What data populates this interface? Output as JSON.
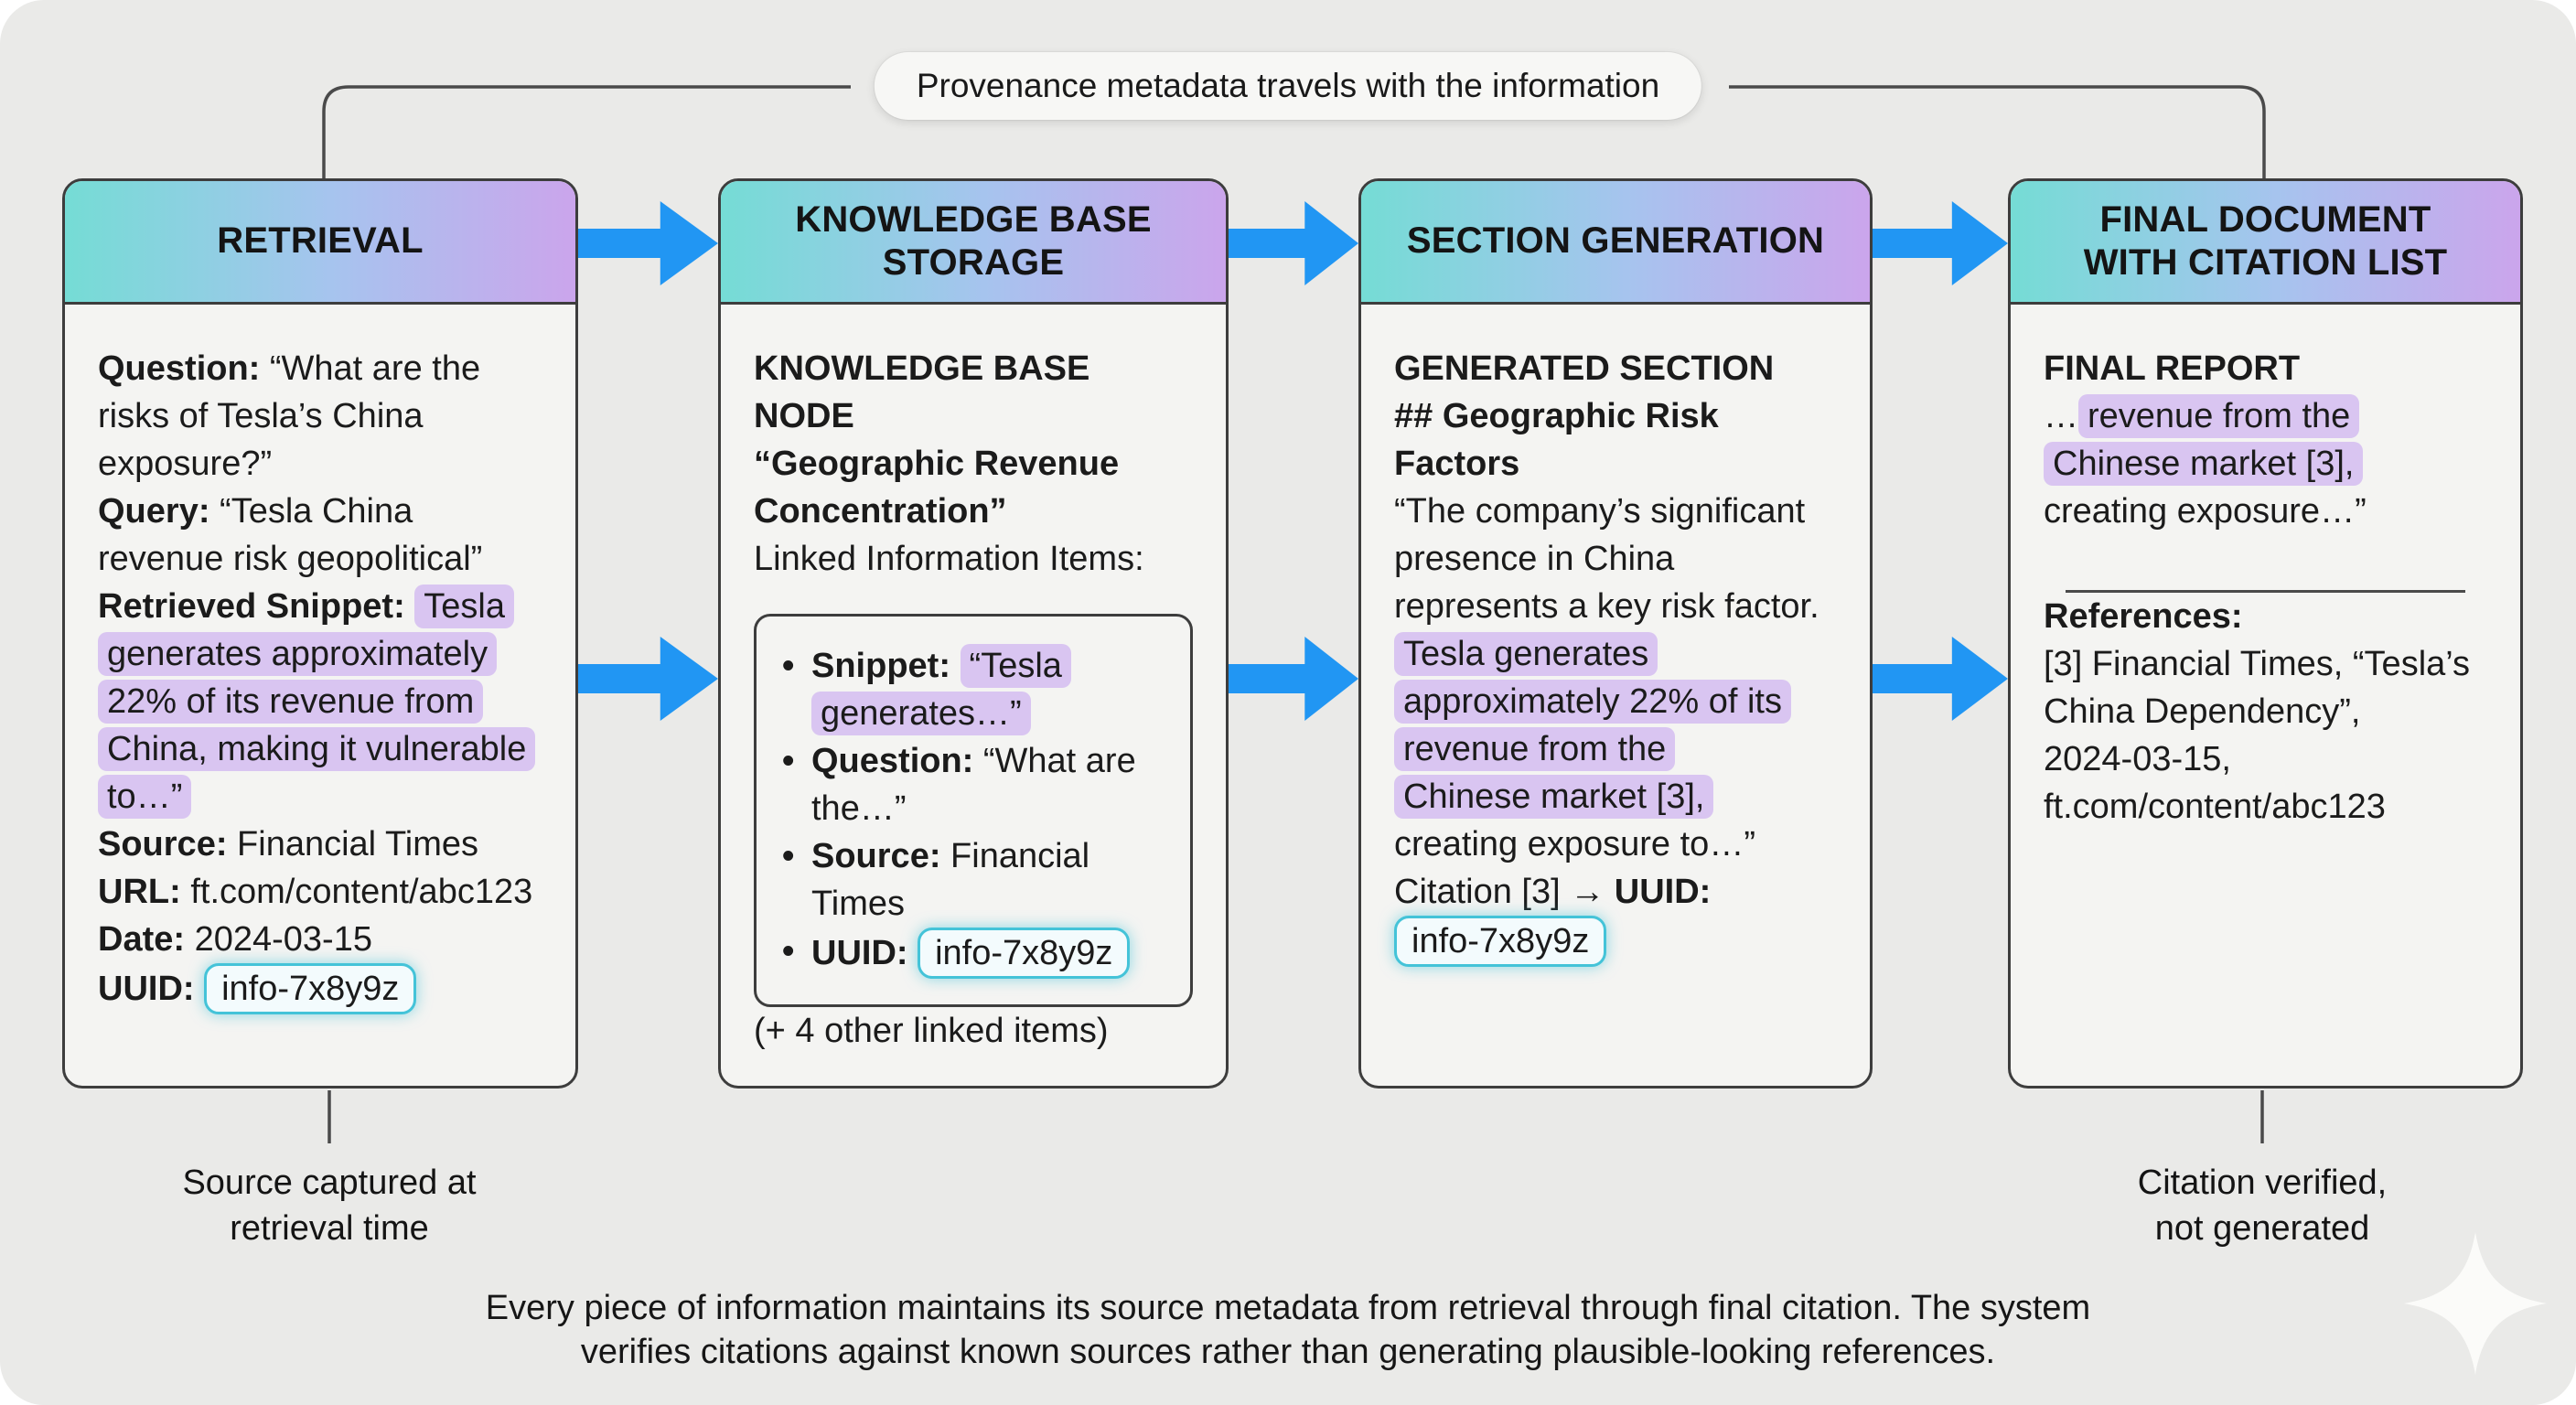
{
  "banner": {
    "label": "Provenance metadata travels with the information"
  },
  "colors": {
    "accent_blue": "#2196F3",
    "highlight_purple": "#D9C5F1",
    "chip_cyan_border": "#44C3D8",
    "header_gradient": [
      "#75DCD5",
      "#A6C4EE",
      "#CBA5EC"
    ],
    "panel_background": "#EAEAE8"
  },
  "cards": [
    {
      "title": "RETRIEVAL",
      "question_label": "Question:",
      "question_text": " “What are the\nrisks of Tesla’s China\nexposure?”",
      "query_label": "Query:",
      "query_text": " “Tesla China\nrevenue risk geopolitical”",
      "snippet_label": "Retrieved Snippet:",
      "snippet_highlight": "Tesla\ngenerates approximately\n22% of its revenue from\nChina, making it vulnerable\nto…”",
      "source_label": "Source:",
      "source_value": "Financial Times",
      "url_label": "URL:",
      "url_value": "ft.com/content/abc123",
      "date_label": "Date:",
      "date_value": "2024-03-15",
      "uuid_label": "UUID:",
      "uuid_value": "info-7x8y9z"
    },
    {
      "title": "KNOWLEDGE BASE\nSTORAGE",
      "node_title": "KNOWLEDGE BASE NODE\n“Geographic Revenue\nConcentration”",
      "linked_label": "Linked Information Items:",
      "bullets": [
        {
          "label": "Snippet:",
          "value": "“Tesla\ngenerates…”"
        },
        {
          "label": "Question:",
          "value": "“What are\nthe…”"
        },
        {
          "label": "Source:",
          "value": "Financial Times"
        },
        {
          "label": "UUID:",
          "value": "info-7x8y9z"
        }
      ],
      "more_note": "(+ 4 other linked items)"
    },
    {
      "title": "SECTION GENERATION",
      "section_title": "GENERATED SECTION\n## Geographic Risk\nFactors",
      "para_pre": "“The company’s significant\npresence in China\nrepresents a key risk factor.\n",
      "para_highlight": "Tesla generates\napproximately 22% of its\nrevenue from the\nChinese market [3],",
      "para_post": "\ncreating exposure to…”",
      "citation_pre": "Citation [3] → ",
      "citation_label": "UUID:",
      "uuid_value": "info-7x8y9z"
    },
    {
      "title": "FINAL DOCUMENT\nWITH CITATION LIST",
      "report_label": "FINAL REPORT",
      "excerpt_pre": "…",
      "excerpt_highlight": "revenue from the\nChinese market [3],",
      "excerpt_post": "\ncreating exposure…”",
      "references_label": "References:",
      "reference_entry": "[3] Financial Times, “Tesla’s\nChina Dependency”,\n2024-03-15,\nft.com/content/abc123"
    }
  ],
  "captions": {
    "left": "Source captured at\nretrieval time",
    "right": "Citation verified,\nnot generated"
  },
  "footer": {
    "text": "Every piece of information maintains its source metadata from retrieval through final citation. The system\nverifies citations against known sources rather than generating plausible-looking references."
  }
}
